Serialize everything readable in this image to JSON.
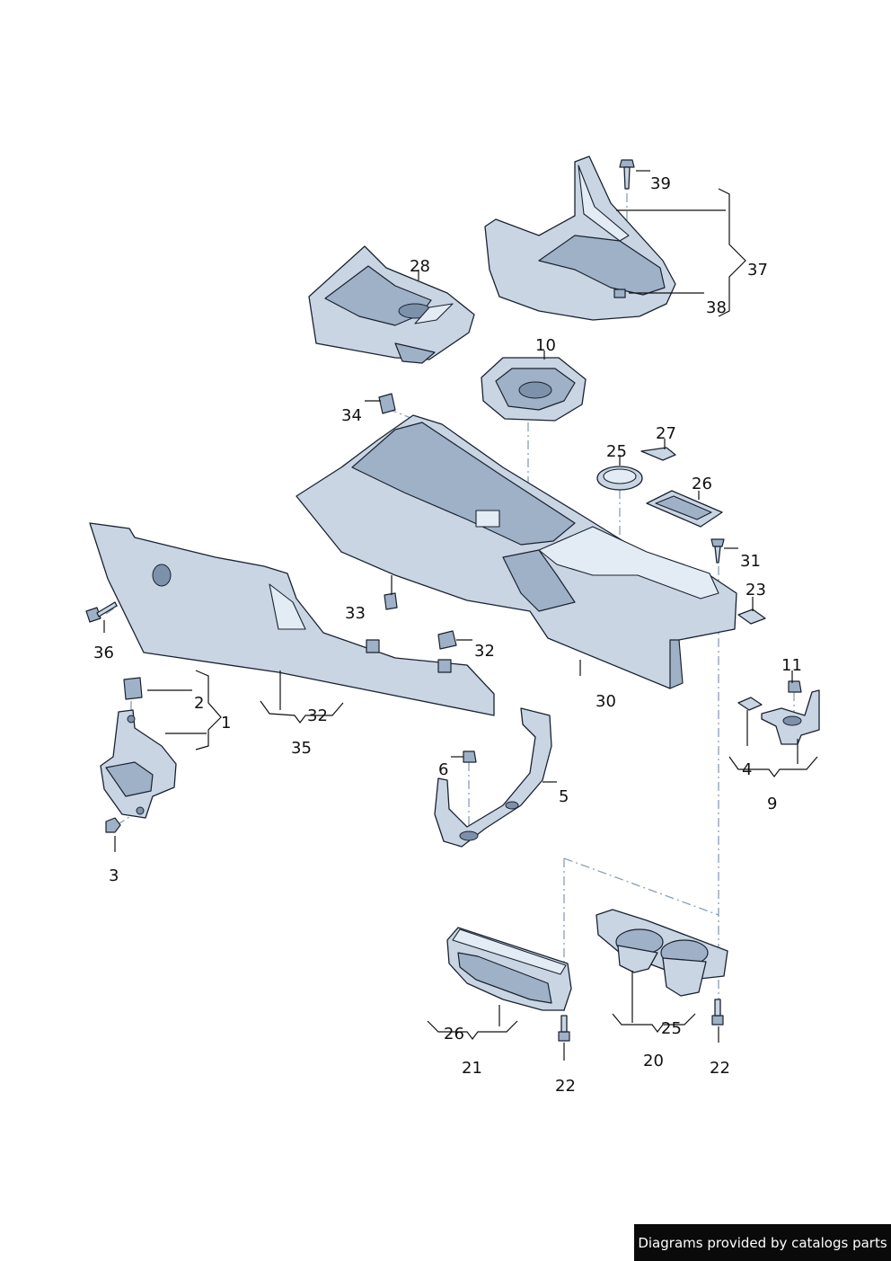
{
  "callouts": {
    "c1": "1",
    "c2": "2",
    "c3": "3",
    "c4": "4",
    "c5": "5",
    "c6": "6",
    "c9": "9",
    "c10": "10",
    "c11": "11",
    "c20": "20",
    "c21": "21",
    "c22a": "22",
    "c22b": "22",
    "c23": "23",
    "c25a": "25",
    "c25b": "25",
    "c26a": "26",
    "c26b": "26",
    "c27": "27",
    "c28": "28",
    "c30": "30",
    "c31": "31",
    "c32a": "32",
    "c32b": "32",
    "c33": "33",
    "c34": "34",
    "c35": "35",
    "c36": "36",
    "c37": "37",
    "c38": "38",
    "c39": "39"
  },
  "credit": "Diagrams provided by catalogs parts",
  "colors": {
    "part_fill": "#c9d5e3",
    "part_outline": "#1a2230",
    "leader_line": "#111111",
    "dash_line": "#8a9fb5",
    "credit_background": "#0a0a0a"
  }
}
